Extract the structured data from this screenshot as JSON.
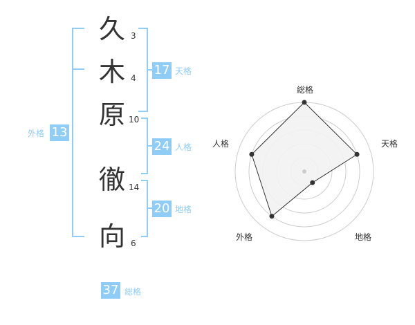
{
  "name": {
    "chars": [
      {
        "char": "久",
        "strokes": "3"
      },
      {
        "char": "木",
        "strokes": "4"
      },
      {
        "char": "原",
        "strokes": "10"
      },
      {
        "char": "徹",
        "strokes": "14"
      },
      {
        "char": "向",
        "strokes": "6"
      }
    ]
  },
  "kaku": {
    "tenkaku": {
      "label": "天格",
      "value": "17"
    },
    "jinkaku": {
      "label": "人格",
      "value": "24"
    },
    "chikaku": {
      "label": "地格",
      "value": "20"
    },
    "gaikaku": {
      "label": "外格",
      "value": "13"
    },
    "soukaku": {
      "label": "総格",
      "value": "37"
    }
  },
  "chart_data": {
    "type": "radar",
    "axes": [
      "総格",
      "天格",
      "地格",
      "外格",
      "人格"
    ],
    "values": [
      5,
      4,
      1,
      4,
      4
    ],
    "max": 5,
    "rings": 5,
    "colors": {
      "fill": "#f2f2f2",
      "stroke": "#333333",
      "grid": "#cccccc"
    }
  }
}
